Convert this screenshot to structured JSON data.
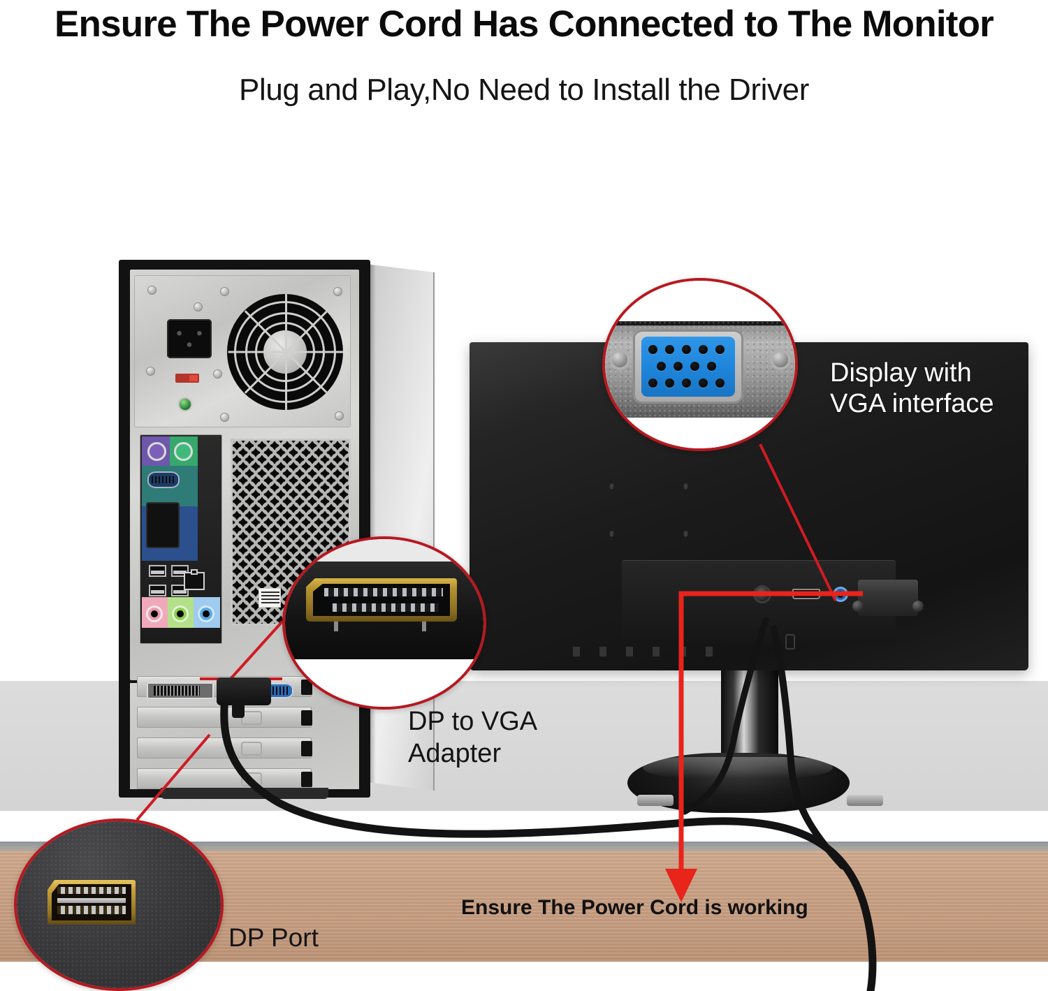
{
  "heading": {
    "title": "Ensure The Power Cord Has Connected to The Monitor",
    "subtitle": "Plug and Play,No Need to Install the Driver"
  },
  "callouts": [
    {
      "id": "vga-interface",
      "label": "Display with\nVGA interface",
      "label_line1": "Display with",
      "label_line2": "VGA interface",
      "icon": "vga-connector-icon",
      "ring_color": "#b7181f",
      "label_color": "#ffffff"
    },
    {
      "id": "dp-to-vga-adapter",
      "label_line1": "DP to VGA",
      "label_line2": "Adapter",
      "icon": "displayport-connector-icon",
      "ring_color": "#b7181f",
      "label_color": "#141414"
    },
    {
      "id": "dp-port",
      "label_line1": "DP Port",
      "icon": "displayport-port-icon",
      "ring_color": "#b7181f",
      "label_color": "#141414"
    }
  ],
  "warning": {
    "text": "Ensure The Power Cord is working",
    "arrow_color": "#e8241b",
    "text_color": "#111111"
  },
  "scene": {
    "desktop_tower": "desktop-computer-tower",
    "monitor": "lcd-monitor-rear",
    "desk_surface_color": "#d9d9d9",
    "desk_edge_color": "#c89f83",
    "background_color": "#ffffff"
  },
  "colors": {
    "accent_red": "#b7181f",
    "arrow_red": "#e8241b",
    "vga_blue": "#1f86dc",
    "dp_gold": "#c9a23a",
    "title_black": "#0b0b0b"
  }
}
